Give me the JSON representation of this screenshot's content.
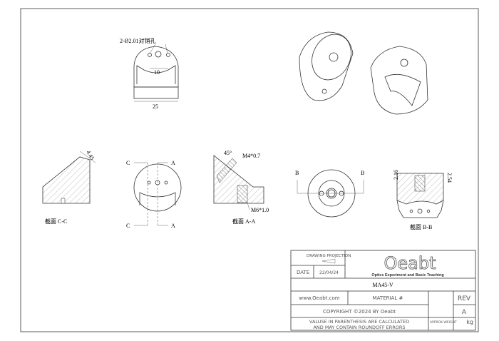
{
  "views": {
    "top_callout": "2-Ø2.01对销孔",
    "dim_10": "10",
    "dim_25": "25",
    "dim_445": "4.45",
    "section_cc": "截面 C-C",
    "section_aa": "截面 A-A",
    "section_bb": "截面 B-B",
    "label_c": "C",
    "label_a": "A",
    "label_b": "B",
    "angle_45": "45°",
    "thread_m4": "M4*0.7",
    "thread_m6": "M6*1.0",
    "dim_216": "2.16",
    "dim_254": "2.54"
  },
  "title_block": {
    "drawing_projection": "DRAWING PROJECTION",
    "date_label": "DATE",
    "date_value": "22/04/24",
    "logo_text": "Oeabt",
    "logo_subtitle": "Optics Experiment and Basic Teaching",
    "part_number": "MA45-V",
    "website": "www.Oeabt.com",
    "material": "MATERIAL #",
    "rev_label": "REV",
    "rev_value": "A",
    "copyright": "COPYRIGHT ©2024 BY Oeabt",
    "note_line1": "VALUSE IN PARENTHESIS ARE CALCULATED",
    "note_line2": "AND MAY CONTAIN ROUNDOFF ERRORS",
    "approx_weight": "APPROX WEIGHT",
    "weight_unit": "kg"
  }
}
